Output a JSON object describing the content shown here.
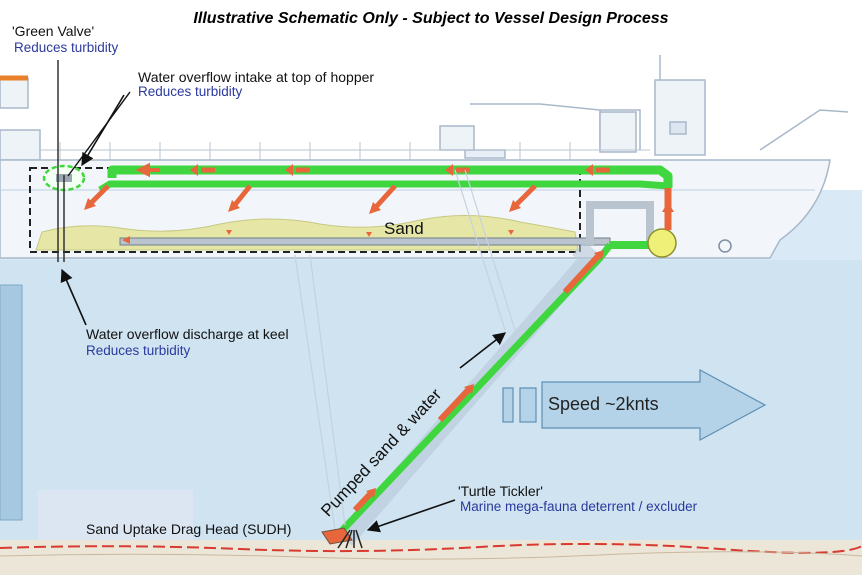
{
  "title": "Illustrative Schematic Only - Subject to Vessel Design Process",
  "green_valve": {
    "name": "'Green Valve'",
    "note": "Reduces turbidity"
  },
  "overflow_intake": {
    "name": "Water overflow intake at top of hopper",
    "note": "Reduces turbidity"
  },
  "overflow_discharge": {
    "name": "Water overflow discharge at keel",
    "note": "Reduces turbidity"
  },
  "hopper_label": "Sand",
  "pipe_label": "Pumped sand & water",
  "speed_label": "Speed ~2knts",
  "drag_head_label": "Sand Uptake Drag Head (SUDH)",
  "turtle_tickler": {
    "name": "'Turtle Tickler'",
    "note": "Marine mega-fauna deterrent / excluder"
  },
  "colors": {
    "water": "#cfe3f1",
    "hull": "#f2f6fa",
    "pipe": "#3fd63f",
    "flow_arrow": "#e8663c",
    "sand": "#e6e7a6",
    "seabed": "#ece6d8",
    "title": "#000000",
    "note": "#2b3a9c"
  }
}
